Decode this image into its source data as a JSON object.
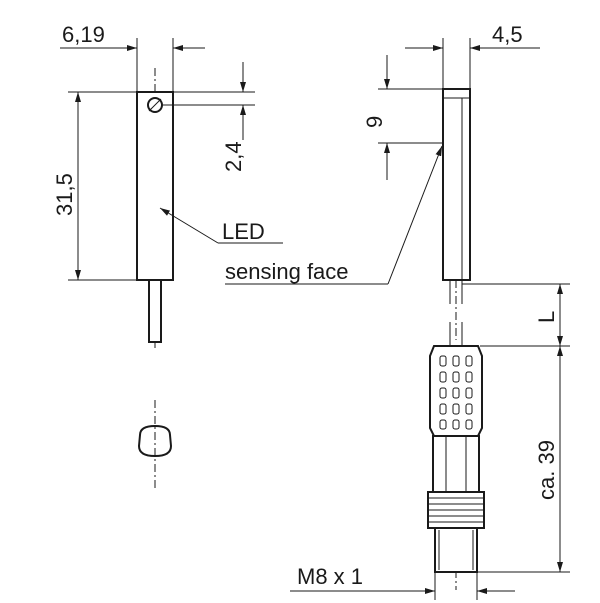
{
  "dimensions": {
    "width_front": "6,19",
    "width_side": "4,5",
    "height_body": "31,5",
    "led_offset": "2,4",
    "sensing_offset": "9",
    "cable_length": "L",
    "connector_length": "ca. 39",
    "thread": "M8 x 1"
  },
  "labels": {
    "led": "LED",
    "sensing_face": "sensing face"
  }
}
